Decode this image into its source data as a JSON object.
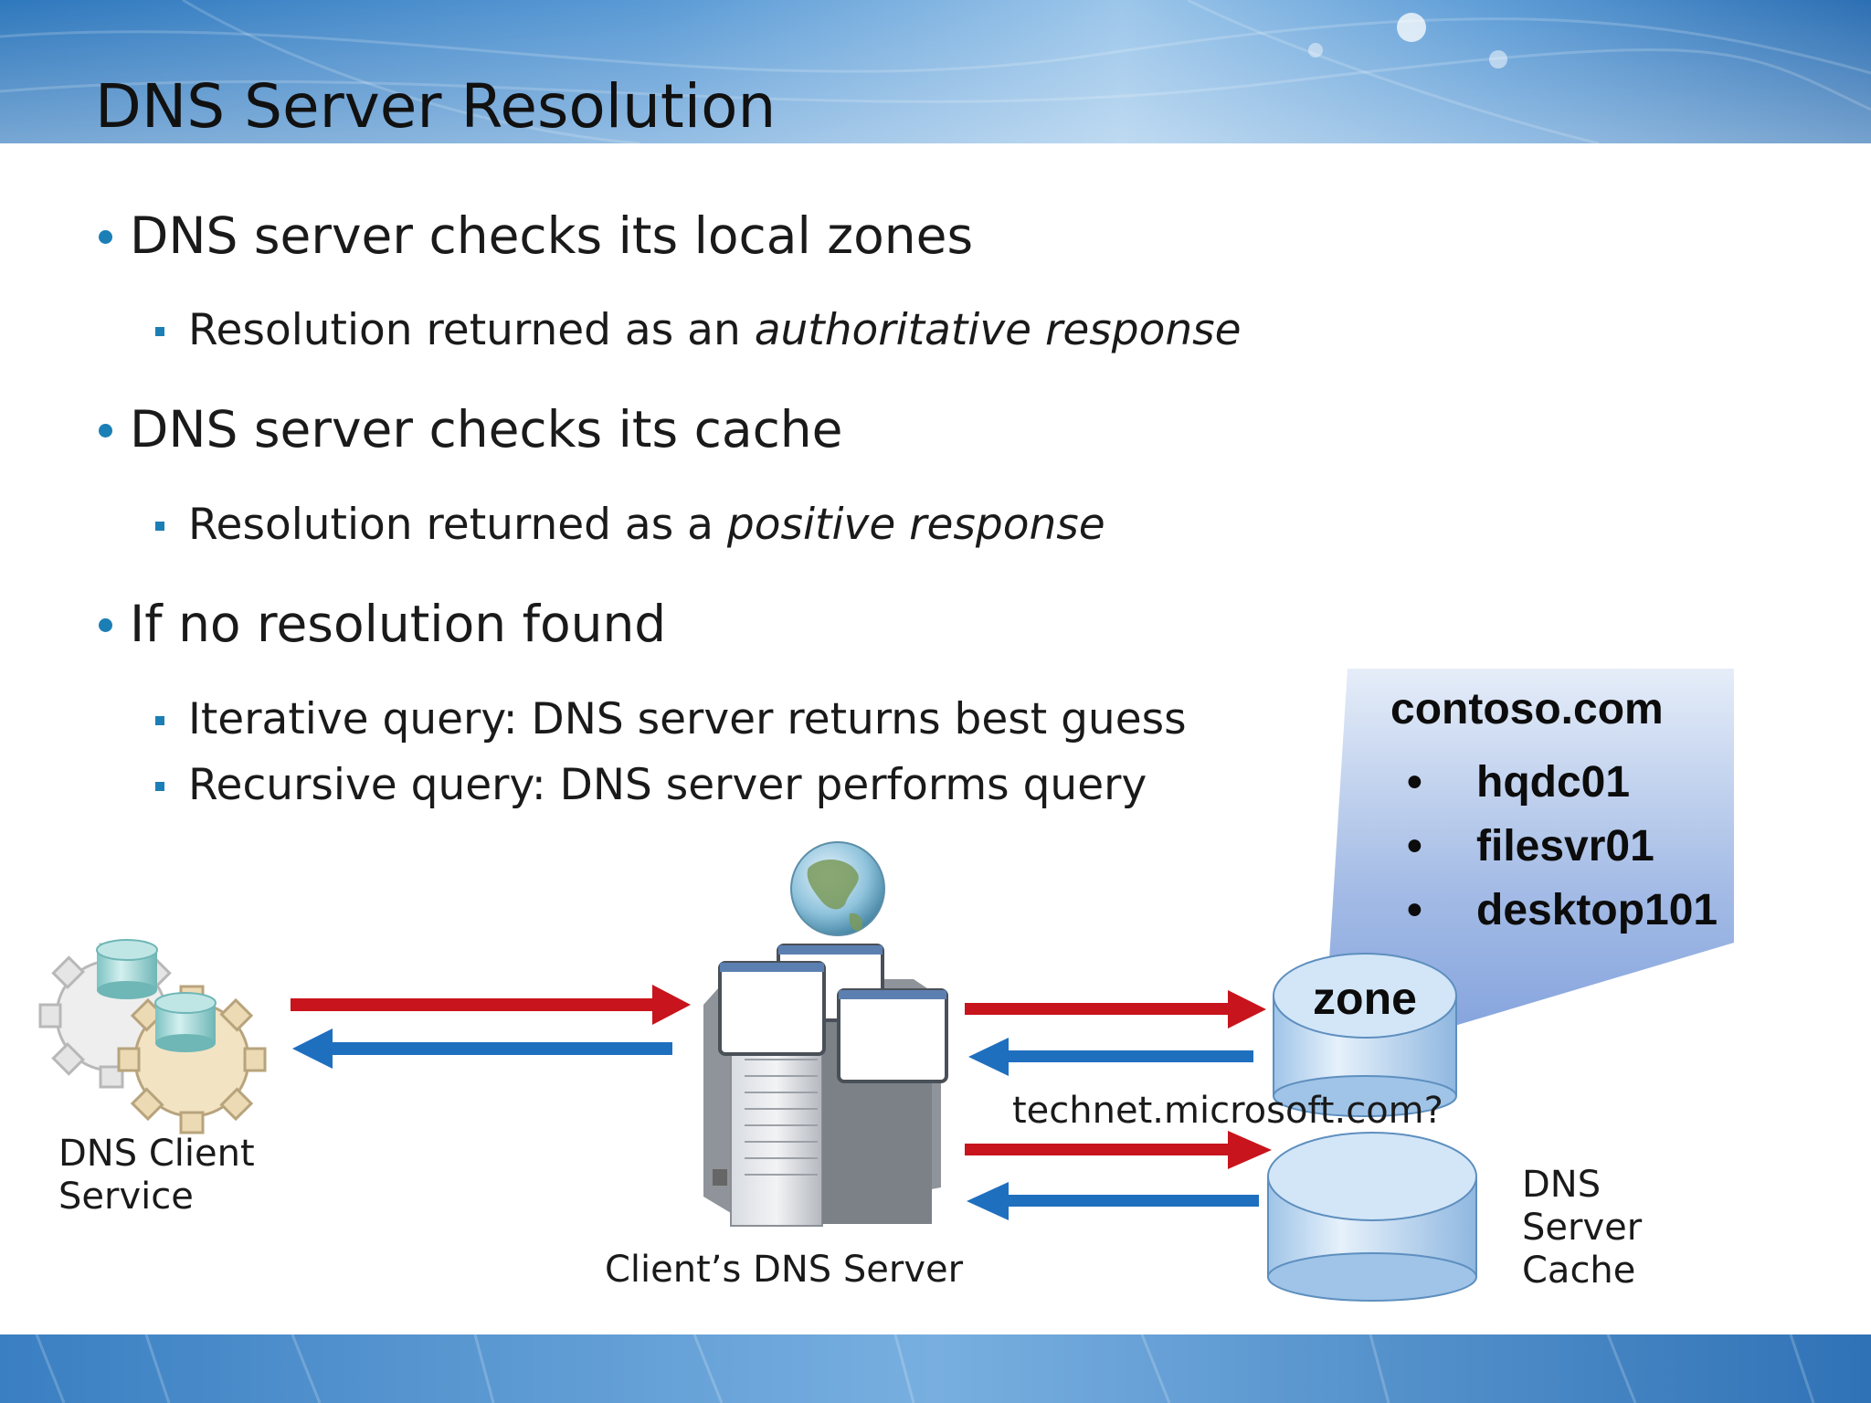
{
  "slide": {
    "title": "DNS Server Resolution"
  },
  "bullets": [
    {
      "text": "DNS server checks its local zones",
      "sub": [
        {
          "plain": "Resolution returned as an ",
          "italic": "authoritative response"
        }
      ]
    },
    {
      "text": "DNS server checks its cache",
      "sub": [
        {
          "plain": "Resolution returned as a ",
          "italic": "positive response"
        }
      ]
    },
    {
      "text": "If no resolution found",
      "sub": [
        {
          "plain": "Iterative query: DNS server returns best guess",
          "italic": ""
        },
        {
          "plain": "Recursive query: DNS server performs query",
          "italic": ""
        }
      ]
    }
  ],
  "zone_callout": {
    "domain": "contoso.com",
    "bullet_glyph": "•",
    "hosts": [
      "hqdc01",
      "filesvr01",
      "desktop101"
    ]
  },
  "diagram": {
    "client_label_line1": "DNS Client",
    "client_label_line2": "Service",
    "server_label": "Client’s DNS Server",
    "query_label": "technet.microsoft.com?",
    "zone_label": "zone",
    "cache_label_line1": "DNS",
    "cache_label_line2": "Server",
    "cache_label_line3": "Cache",
    "icons": [
      "gears-database-icon",
      "server-icon",
      "globe-icon",
      "zone-database-icon",
      "cache-database-icon",
      "arrow-right-icon",
      "arrow-left-icon"
    ]
  },
  "colors": {
    "accent_blue": "#1b7fb6",
    "request_arrow": "#c8141c",
    "response_arrow": "#1f6fbf",
    "database_fill": "#c9def3"
  }
}
